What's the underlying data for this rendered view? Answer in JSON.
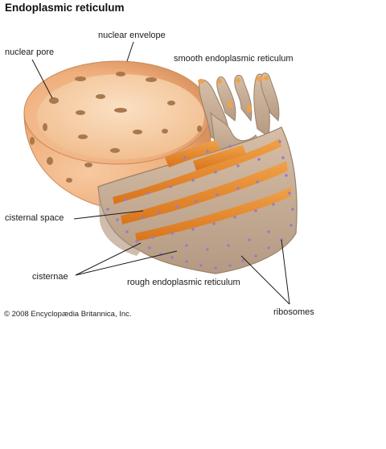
{
  "title": "Endoplasmic reticulum",
  "labels": {
    "nuclear_envelope": "nuclear envelope",
    "nuclear_pore": "nuclear pore",
    "smooth_er": "smooth endoplasmic reticulum",
    "cisternal_space": "cisternal space",
    "cisternae": "cisternae",
    "rough_er": "rough endoplasmic reticulum",
    "ribosomes": "ribosomes"
  },
  "copyright": "© 2008 Encyclopædia Britannica, Inc.",
  "colors": {
    "nucleus_shell": "#f2b98a",
    "nucleus_inner": "#f6cfa8",
    "pore": "#a8784e",
    "membrane": "#c9ad94",
    "membrane_dark": "#a78c74",
    "lumen": "#e9892a",
    "ribosome": "#9b7bc6",
    "leader": "#1a1a1a"
  }
}
